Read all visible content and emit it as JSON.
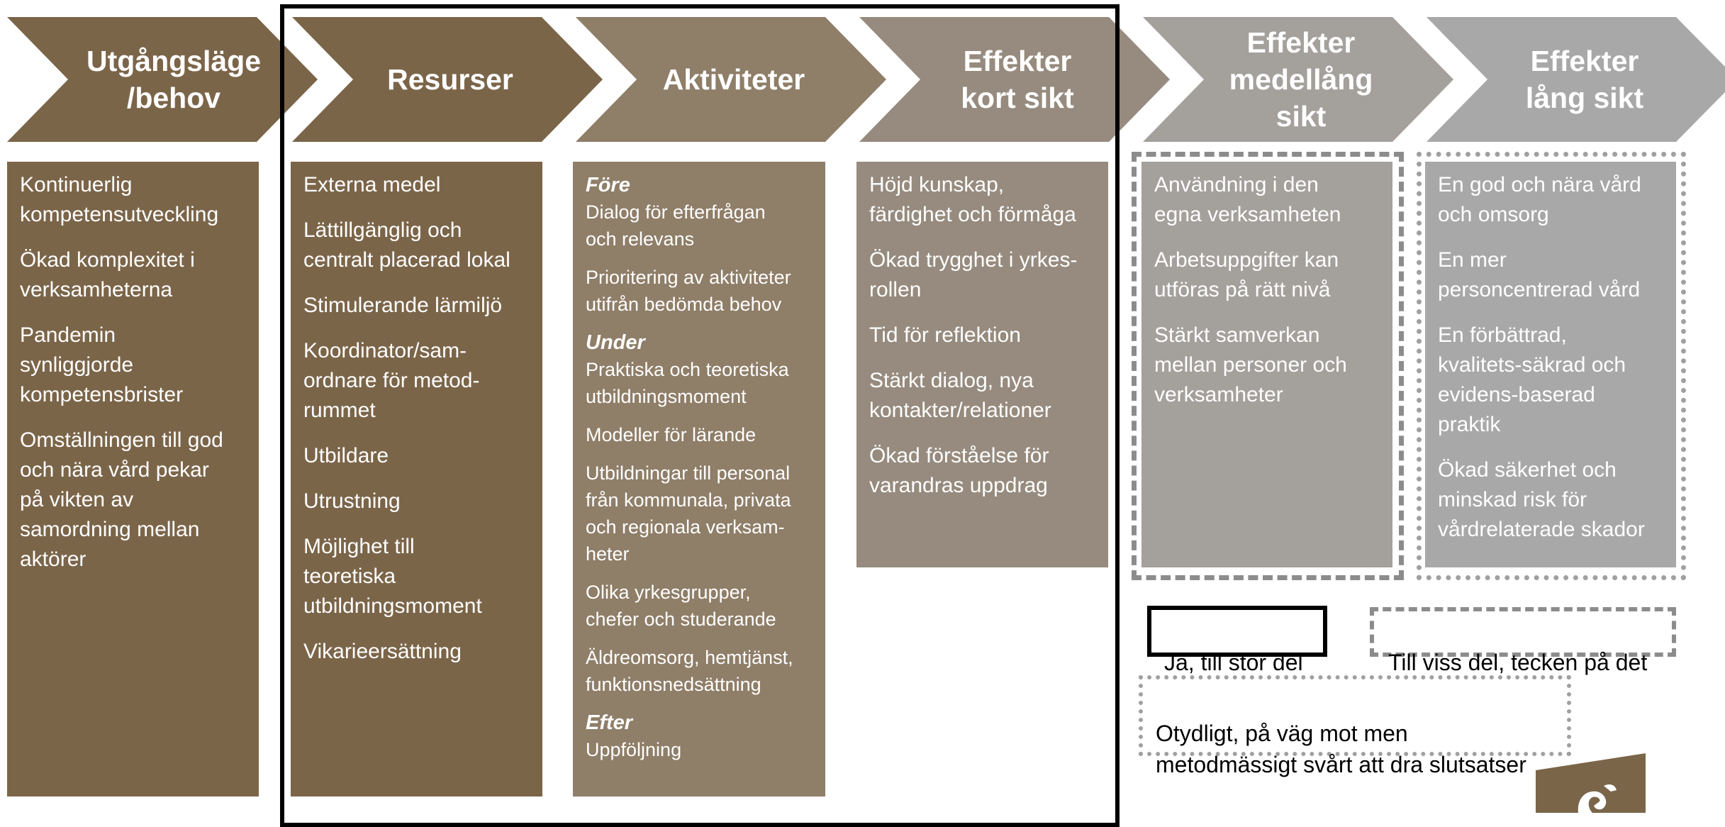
{
  "colors": {
    "dark_brown": "#7b6549",
    "mid_brown": "#8f7e68",
    "taupe": "#968b7e",
    "light_gray": "#a4a09c",
    "gray": "#a8a8a8",
    "legend_solid": "#000000",
    "legend_dashed": "#8c8c8c",
    "legend_dotted": "#a0a0a0"
  },
  "stages": [
    {
      "label": "Utgångsläge\n/behov"
    },
    {
      "label": "Resurser"
    },
    {
      "label": "Aktiviteter"
    },
    {
      "label": "Effekter\nkort sikt"
    },
    {
      "label": "Effekter\nmedellång\nsikt"
    },
    {
      "label": "Effekter\nlång sikt"
    }
  ],
  "columns": {
    "behov": [
      "Kontinuerlig\nkompetensutveckling",
      "Ökad komplexitet i\nverksamheterna",
      "Pandemin\nsynliggjorde\nkompetensbrister",
      "Omställningen till god\noch nära vård pekar\npå vikten av\nsamordning mellan\naktörer"
    ],
    "resurser": [
      "Externa medel",
      "Lättillgänglig och\ncentralt placerad lokal",
      "Stimulerande lärmiljö",
      "Koordinator/sam-\nordnare för metod-\nrummet",
      "Utbildare",
      "Utrustning",
      "Möjlighet till\nteoretiska\nutbildningsmoment",
      "Vikarieersättning"
    ],
    "aktiviteter": {
      "fore_heading": "Före",
      "fore": [
        "Dialog för efterfrågan\noch relevans",
        "Prioritering av aktiviteter\nutifrån bedömda behov"
      ],
      "under_heading": "Under",
      "under": [
        "Praktiska och teoretiska\nutbildningsmoment",
        "Modeller för lärande",
        "Utbildningar till personal\nfrån kommunala, privata\noch regionala verksam-\nheter",
        "Olika yrkesgrupper,\nchefer och studerande",
        "Äldreomsorg, hemtjänst,\nfunktionsnedsättning"
      ],
      "efter_heading": "Efter",
      "efter": [
        "Uppföljning"
      ]
    },
    "kort": [
      "Höjd kunskap,\nfärdighet och förmåga",
      "Ökad trygghet i yrkes-\nrollen",
      "Tid för reflektion",
      "Stärkt dialog, nya\nkontakter/relationer",
      "Ökad förståelse för\nvarandras uppdrag"
    ],
    "medel": [
      "Användning i den\negna verksamheten",
      "Arbetsuppgifter kan\nutföras på rätt nivå",
      "Stärkt samverkan\nmellan personer och\nverksamheter"
    ],
    "lang": [
      "En god och nära vård\noch omsorg",
      "En mer\npersoncentrerad vård",
      "En förbättrad,\nkvalitets-säkrad och\nevidens-baserad\npraktik",
      "Ökad säkerhet och\nminskad risk för\nvårdrelaterade skador"
    ]
  },
  "legend": {
    "solid": "Ja, till stor del",
    "dashed": "Till viss del, tecken på det",
    "dotted": "Otydligt, på väg mot men\nmetodmässigt svårt att dra slutsatser"
  }
}
